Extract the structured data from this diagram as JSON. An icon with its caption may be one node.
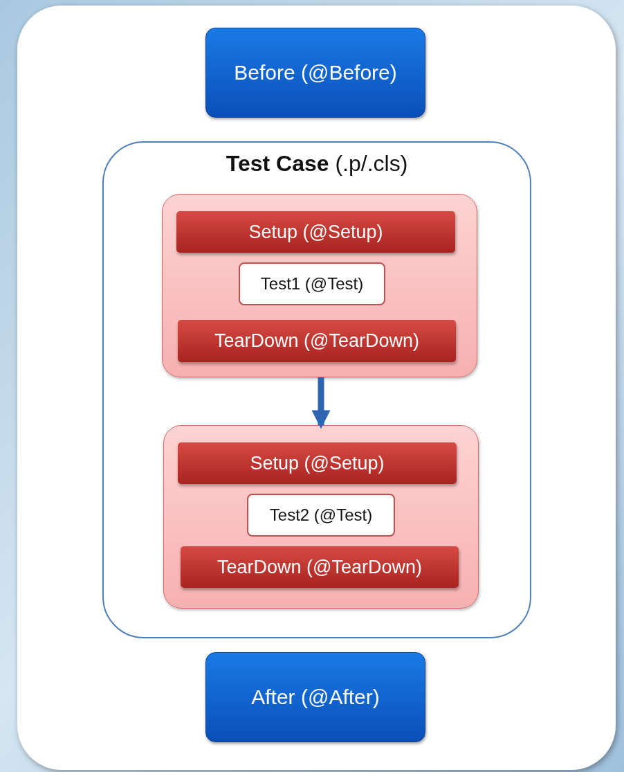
{
  "diagram": {
    "nodes": [
      {
        "text": [
          "Before (@Before)"
        ]
      },
      {
        "text": [
          "**Test Case** (.p/.cls)"
        ]
      },
      {
        "text": [],
        "shape": "box",
        "in": 1
      },
      {
        "text": [
          "Setup (@Setup)"
        ],
        "in": 2
      },
      {
        "text": [
          "Test1 (@Test)"
        ],
        "in": 2
      },
      {
        "text": [
          "TearDown (@TearDown)"
        ],
        "in": 2
      },
      {
        "text": [],
        "shape": "box",
        "in": 1
      },
      {
        "text": [
          "Setup (@Setup)"
        ],
        "in": 6
      },
      {
        "text": [
          "Test2 (@Test)"
        ],
        "in": 6
      },
      {
        "text": [
          "TearDown (@TearDown)"
        ],
        "in": 6
      },
      {
        "text": [
          "After (@After)"
        ]
      }
    ],
    "edges": [
      {
        "from": 2,
        "to": 6,
        "arrow": "to"
      }
    ]
  }
}
